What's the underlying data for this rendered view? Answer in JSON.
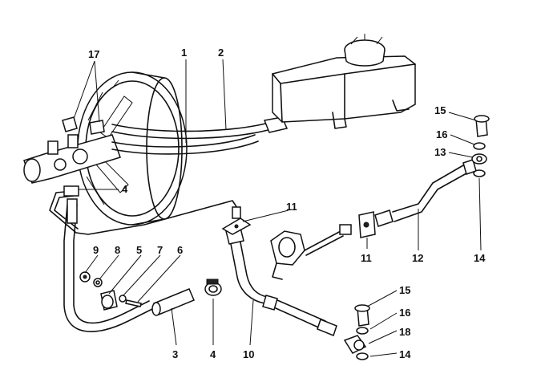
{
  "callouts": {
    "c1": "1",
    "c2": "2",
    "c3": "3",
    "c4a": "4",
    "c4b": "4",
    "c5": "5",
    "c6": "6",
    "c7": "7",
    "c8": "8",
    "c9": "9",
    "c10": "10",
    "c11a": "11",
    "c11b": "11",
    "c12": "12",
    "c13": "13",
    "c14a": "14",
    "c14b": "14",
    "c15a": "15",
    "c15b": "15",
    "c16a": "16",
    "c16b": "16",
    "c17": "17",
    "c18": "18"
  },
  "colors": {
    "line": "#111111",
    "background": "#ffffff"
  }
}
